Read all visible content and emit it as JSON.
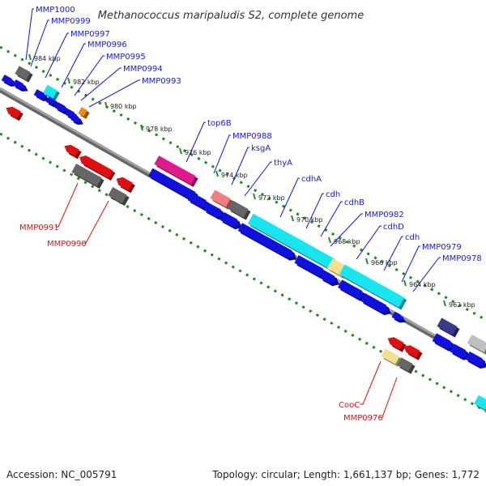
{
  "title": "Methanococcus maripaludis S2, complete genome",
  "footer": {
    "accession": "Accession: NC_005791",
    "summary": "Topology: circular; Length: 1,661,137 bp; Genes: 1,772"
  },
  "ticks": [
    "984 kbp",
    "982 kbp",
    "980 kbp",
    "978 kbp",
    "976 kbp",
    "974 kbp",
    "972 kbp",
    "970 kbp",
    "968 kbp",
    "966 kbp",
    "964 kbp",
    "962 kbp"
  ],
  "forward_labels": [
    "MMP1000",
    "MMP0999",
    "MMP0997",
    "MMP0996",
    "MMP0995",
    "MMP0994",
    "MMP0993",
    "top6B",
    "MMP0988",
    "ksgA",
    "thyA",
    "cdhA",
    "cdh",
    "cdhB",
    "MMP0982",
    "cdhD",
    "cdh",
    "MMP0979",
    "MMP0978"
  ],
  "reverse_labels": [
    "MMP0991",
    "MMP0990",
    "CooC",
    "MMP0976"
  ],
  "colors": {
    "forward_strand": "#1010e0",
    "reverse_strand": "#e01010",
    "backbone": "#888888",
    "tick_dots": "#1a8a1a",
    "hypothetical": "#666666",
    "cyan_feature": "#19e5f0",
    "magenta_feature": "#e01a8c",
    "pink_feature": "#f08080",
    "khaki_feature": "#f0e090",
    "orange_feature": "#f08a10",
    "navy_feature": "#3a3a8a",
    "light_gray_feature": "#c0c0c0"
  }
}
